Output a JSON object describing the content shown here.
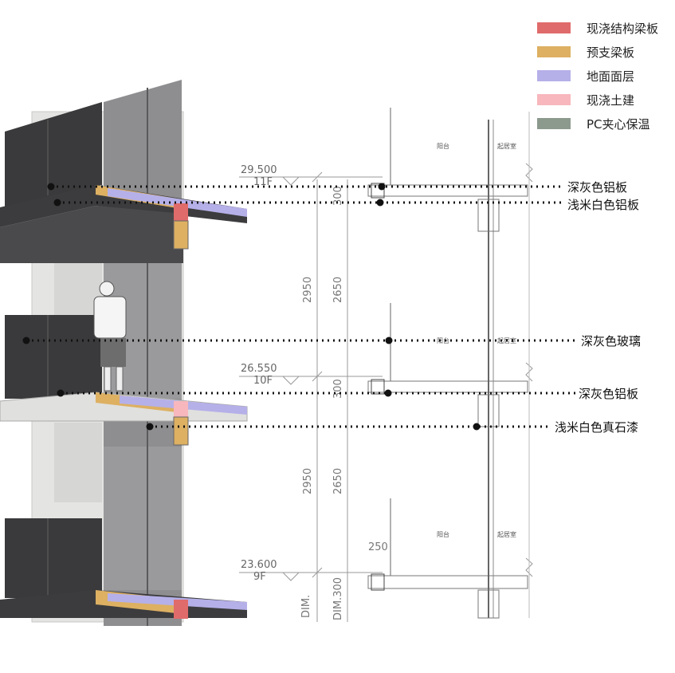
{
  "colors": {
    "cast_structure": "#e06b6b",
    "precast_slab": "#ddb062",
    "floor_finish": "#b5b0e8",
    "cast_civil": "#f7b7bd",
    "pc_insulation": "#8c9a8e",
    "dark_panel": "#3a3a3c",
    "glass": "#8e8e90",
    "light_wall": "#e4e4e2"
  },
  "legend": [
    {
      "label": "现浇结构梁板",
      "color": "#e06b6b"
    },
    {
      "label": "预支梁板",
      "color": "#ddb062"
    },
    {
      "label": "地面面层",
      "color": "#b5b0e8"
    },
    {
      "label": "现浇土建",
      "color": "#f7b7bd"
    },
    {
      "label": "PC夹心保温",
      "color": "#8c9a8e"
    }
  ],
  "callouts": [
    {
      "label": "深灰色铝板"
    },
    {
      "label": "浅米白色铝板"
    },
    {
      "label": "深灰色玻璃"
    },
    {
      "label": "深灰色铝板"
    },
    {
      "label": "浅米白色真石漆"
    }
  ],
  "levels": [
    {
      "elevation": "29.500",
      "floor": "11F"
    },
    {
      "elevation": "26.550",
      "floor": "10F"
    },
    {
      "elevation": "23.600",
      "floor": "9F"
    }
  ],
  "dimensions": {
    "storey_height": "2950",
    "clear_height": "2650",
    "slab_thickness": "300",
    "slab_thickness_2": "300",
    "slab_thickness_3": "300",
    "balcony_depth": "250",
    "dim_label_1": "DIM.",
    "dim_label_2": "DIM.300"
  },
  "rooms": {
    "balcony": "阳台",
    "living_room": "起居室"
  }
}
